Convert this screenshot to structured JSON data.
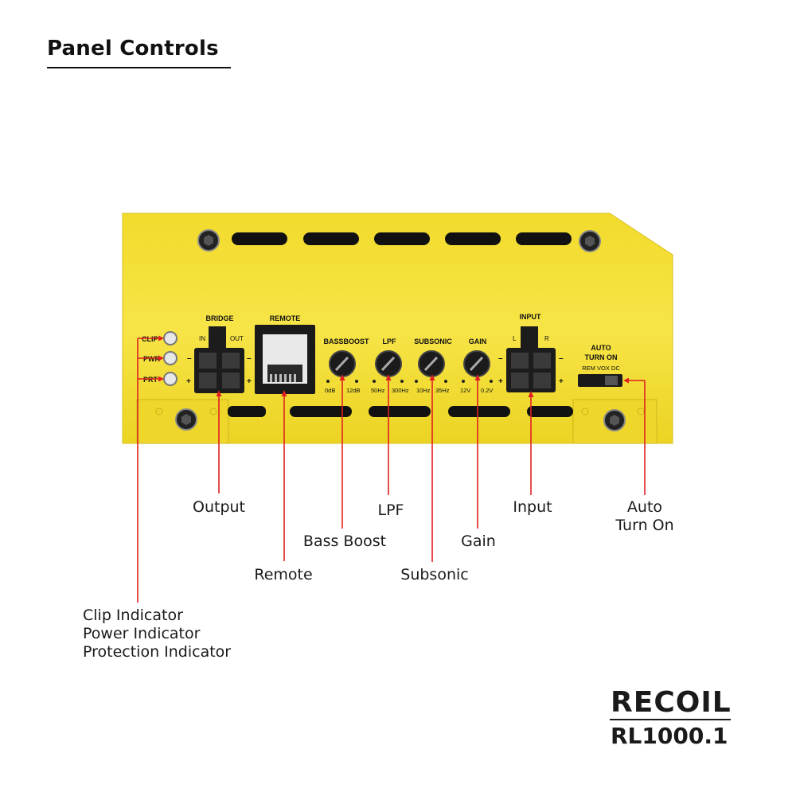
{
  "page": {
    "title": "Panel Controls"
  },
  "panel": {
    "indicators": [
      "CLIP",
      "PWR",
      "PRT"
    ],
    "bridge": {
      "label": "BRIDGE",
      "in_label": "IN",
      "out_label": "OUT"
    },
    "remote": {
      "label": "REMOTE"
    },
    "knobs": [
      {
        "label": "BASSBOOST",
        "min": "0dB",
        "max": "12dB"
      },
      {
        "label": "LPF",
        "min": "50Hz",
        "max": "300Hz"
      },
      {
        "label": "SUBSONIC",
        "min": "10Hz",
        "max": "35Hz"
      },
      {
        "label": "GAIN",
        "min": "12V",
        "max": "0.2V"
      }
    ],
    "input": {
      "label": "INPUT",
      "left": "L",
      "right": "R"
    },
    "auto_turn_on": {
      "line1": "AUTO",
      "line2": "TURN ON",
      "modes": "REM VOX DC"
    },
    "colors": {
      "body": "#f4dd2e",
      "callout_line": "#e02020",
      "connector": "#1a1a1a"
    }
  },
  "callouts": {
    "output": "Output",
    "remote": "Remote",
    "bass_boost": "Bass Boost",
    "lpf": "LPF",
    "subsonic": "Subsonic",
    "gain": "Gain",
    "input": "Input",
    "auto_turn_on_1": "Auto",
    "auto_turn_on_2": "Turn On",
    "indicators": [
      "Clip Indicator",
      "Power Indicator",
      "Protection Indicator"
    ]
  },
  "brand": {
    "logo": "RECOIL",
    "model": "RL1000.1"
  }
}
